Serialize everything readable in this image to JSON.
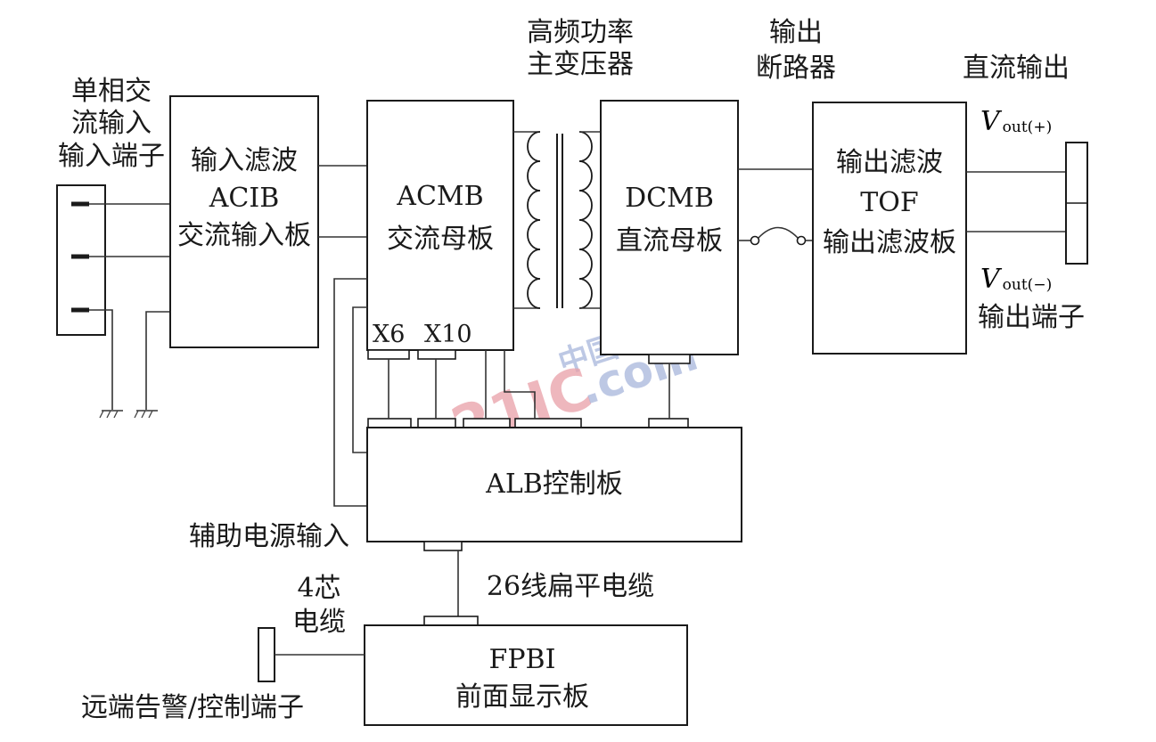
{
  "labels": {
    "ac_input_1": "单相交",
    "ac_input_2": "流输入",
    "ac_input_3": "输入端子",
    "acib_1": "输入滤波",
    "acib_2": "ACIB",
    "acib_3": "交流输入板",
    "acmb_1": "ACMB",
    "acmb_2": "交流母板",
    "x6": "X6",
    "x10": "X10",
    "transformer_1": "高频功率",
    "transformer_2": "主变压器",
    "dcmb_1": "DCMB",
    "dcmb_2": "直流母板",
    "breaker_1": "输出",
    "breaker_2": "断路器",
    "tof_1": "输出滤波",
    "tof_2": "TOF",
    "tof_3": "输出滤波板",
    "dc_output": "直流输出",
    "vout_plus_v": "V",
    "vout_plus_sub": "out(+)",
    "vout_minus_v": "V",
    "vout_minus_sub": "out(−)",
    "output_terminal": "输出端子",
    "alb": "ALB控制板",
    "aux_power": "辅助电源输入",
    "ribbon_cable": "26线扁平电缆",
    "four_core_1": "4芯",
    "four_core_2": "电缆",
    "fpbi_1": "FPBI",
    "fpbi_2": "前面显示板",
    "remote_terminal": "远端告警/控制端子"
  },
  "watermark": {
    "number": "21IC",
    "site_cn": "中国电子网",
    "site_en": ".com"
  },
  "colors": {
    "line": "#1a1a1a",
    "watermark_red": "#e9a0a8",
    "watermark_blue": "#a8b6dc"
  }
}
